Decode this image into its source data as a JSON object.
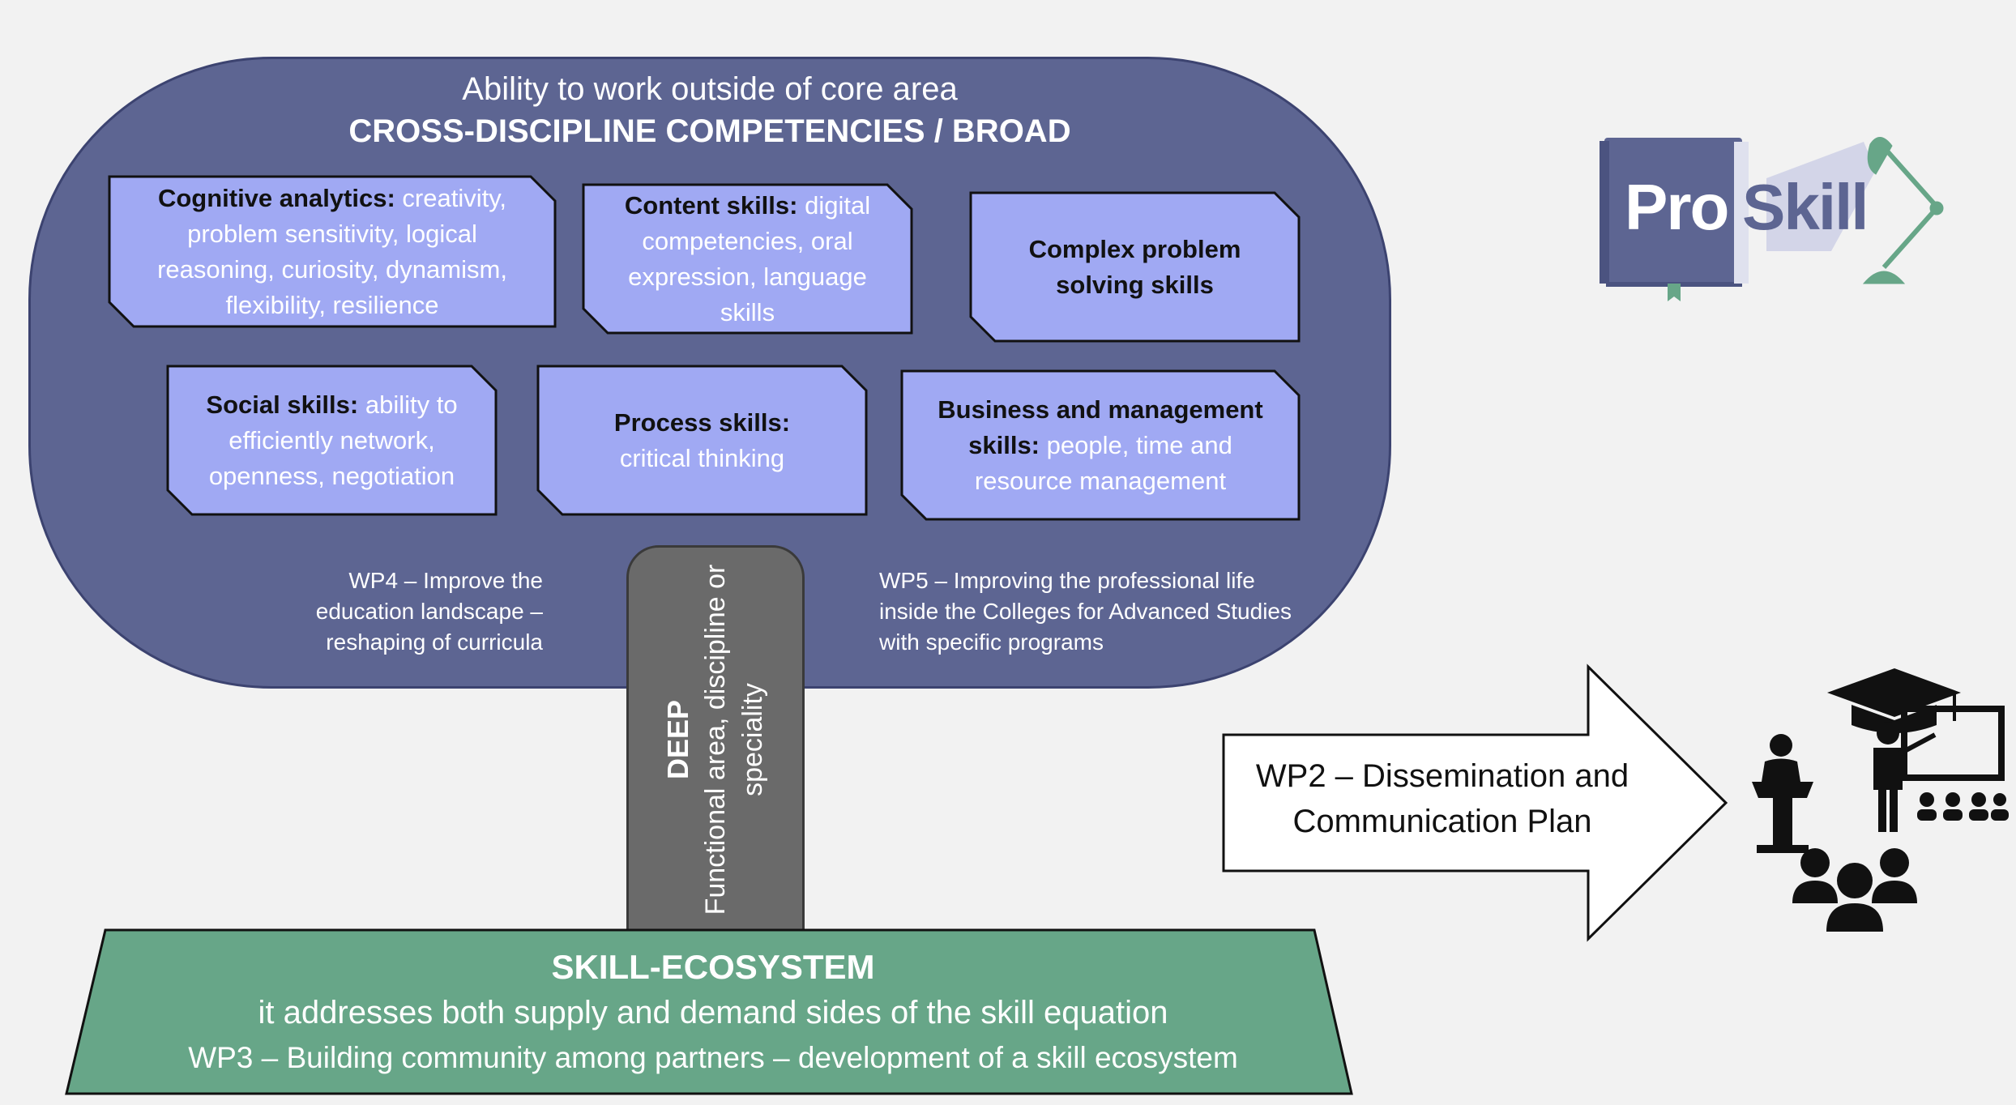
{
  "cloud": {
    "subtitle": "Ability to work outside of core area",
    "title": "CROSS-DISCIPLINE COMPETENCIES / BROAD"
  },
  "skills": [
    {
      "bold": "Cognitive analytics:",
      "rest": "creativity, problem sensitivity, logical reasoning, curiosity, dynamism, flexibility, resilience"
    },
    {
      "bold": "Content skills:",
      "rest": "digital competencies, oral expression, language skills"
    },
    {
      "bold": "Complex problem solving skills",
      "rest": ""
    },
    {
      "bold": "Social skills:",
      "rest": "ability to efficiently network, openness, negotiation"
    },
    {
      "bold": "Process skills:",
      "rest": "critical thinking"
    },
    {
      "bold": "Business and management skills:",
      "rest": "people, time and resource management"
    }
  ],
  "wp4": "WP4 – Improve the education landscape – reshaping of curricula",
  "wp5": "WP5 – Improving the professional life inside the Colleges for Advanced Studies with specific programs",
  "trunk": {
    "deep": "DEEP",
    "description": "Functional area, discipline or speciality"
  },
  "base": {
    "title": "SKILL-ECOSYSTEM",
    "line1": "it addresses both supply and demand sides of the skill equation",
    "line2": "WP3 – Building community among partners – development of a skill ecosystem"
  },
  "wp2": "WP2 – Dissemination and Communication Plan",
  "logo": {
    "pro": "Pro",
    "skill": "Skill"
  },
  "colors": {
    "cloud": "#5d6592",
    "skillbox": "#a0a9f3",
    "trunk": "#6a6a6a",
    "base": "#67a688",
    "logo_green": "#67a688"
  }
}
